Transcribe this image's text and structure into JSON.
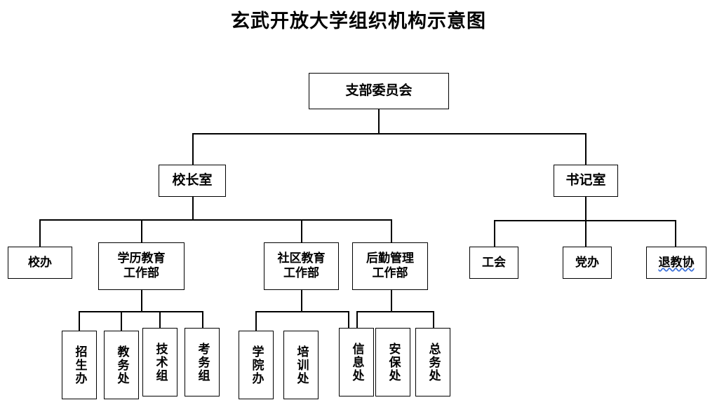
{
  "page": {
    "title": "玄武开放大学组织机构示意图",
    "background_color": "#ffffff",
    "line_color": "#000000",
    "spellcheck_underline_color": "#3a6fd8"
  },
  "chart_data": {
    "type": "diagram",
    "subtype": "organization-chart",
    "title": "玄武开放大学组织机构示意图",
    "orientation": "top-down",
    "levels": 4,
    "nodes": [
      {
        "id": "n1",
        "label": "支部委员会",
        "level": 1,
        "parent": null,
        "text_direction": "horizontal"
      },
      {
        "id": "n2",
        "label": "校长室",
        "level": 2,
        "parent": "n1",
        "text_direction": "horizontal"
      },
      {
        "id": "n3",
        "label": "书记室",
        "level": 2,
        "parent": "n1",
        "text_direction": "horizontal"
      },
      {
        "id": "n4",
        "label": "校办",
        "level": 3,
        "parent": "n2",
        "text_direction": "horizontal"
      },
      {
        "id": "n5",
        "label": "学历教育\n工作部",
        "level": 3,
        "parent": "n2",
        "text_direction": "horizontal"
      },
      {
        "id": "n6",
        "label": "社区教育\n工作部",
        "level": 3,
        "parent": "n2",
        "text_direction": "horizontal"
      },
      {
        "id": "n7",
        "label": "后勤管理\n工作部",
        "level": 3,
        "parent": "n2",
        "text_direction": "horizontal"
      },
      {
        "id": "n8",
        "label": "工会",
        "level": 3,
        "parent": "n3",
        "text_direction": "horizontal"
      },
      {
        "id": "n9",
        "label": "党办",
        "level": 3,
        "parent": "n3",
        "text_direction": "horizontal"
      },
      {
        "id": "n10",
        "label": "退教协",
        "level": 3,
        "parent": "n3",
        "text_direction": "horizontal",
        "underline": "wavy-blue"
      },
      {
        "id": "n11",
        "label": "招生办",
        "level": 4,
        "parent": "n5",
        "text_direction": "vertical"
      },
      {
        "id": "n12",
        "label": "教务处",
        "level": 4,
        "parent": "n5",
        "text_direction": "vertical"
      },
      {
        "id": "n13",
        "label": "技术组",
        "level": 4,
        "parent": "n5",
        "text_direction": "vertical"
      },
      {
        "id": "n14",
        "label": "考务组",
        "level": 4,
        "parent": "n5",
        "text_direction": "vertical"
      },
      {
        "id": "n15",
        "label": "学院办",
        "level": 4,
        "parent": "n6",
        "text_direction": "vertical"
      },
      {
        "id": "n16",
        "label": "培训处",
        "level": 4,
        "parent": "n6",
        "text_direction": "vertical"
      },
      {
        "id": "n17",
        "label": "信息处",
        "level": 4,
        "parent": "n7",
        "text_direction": "vertical"
      },
      {
        "id": "n18",
        "label": "安保处",
        "level": 4,
        "parent": "n7",
        "text_direction": "vertical"
      },
      {
        "id": "n19",
        "label": "总务处",
        "level": 4,
        "parent": "n7",
        "text_direction": "vertical"
      }
    ]
  }
}
